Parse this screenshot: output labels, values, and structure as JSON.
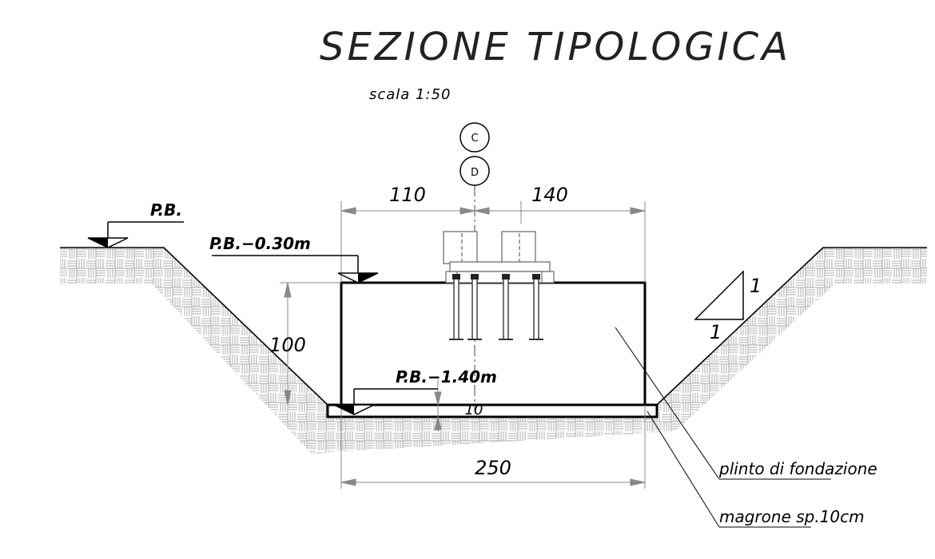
{
  "title": "SEZIONE TIPOLOGICA",
  "subtitle": "scala 1:50",
  "levels": {
    "ground": "P.B.",
    "top_plinth": "P.B.−0.30m",
    "bottom": "P.B.−1.40m"
  },
  "dimensions": {
    "left_offset": "110",
    "right_offset": "140",
    "height": "100",
    "lean": "10",
    "width": "250"
  },
  "markers": {
    "upper": "C",
    "lower": "D"
  },
  "slope": {
    "rise": "1",
    "run": "1"
  },
  "labels": {
    "plinth": "plinto di fondazione",
    "lean_concrete": "magrone sp.10cm"
  }
}
